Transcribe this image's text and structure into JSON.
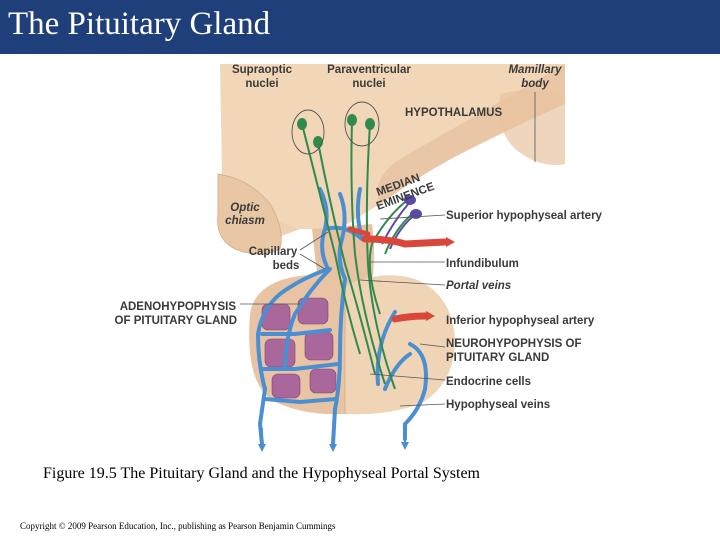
{
  "slide": {
    "title": "The Pituitary Gland",
    "caption": "Figure 19.5 The Pituitary Gland and the Hypophyseal Portal System",
    "copyright": "Copyright © 2009 Pearson Education, Inc., publishing as Pearson Benjamin Cummings"
  },
  "labels": {
    "supraoptic_1": "Supraoptic",
    "supraoptic_2": "nuclei",
    "paraventricular_1": "Paraventricular",
    "paraventricular_2": "nuclei",
    "mamillary_1": "Mamillary",
    "mamillary_2": "body",
    "hypothalamus": "HYPOTHALAMUS",
    "median": "MEDIAN",
    "eminence": "EMINENCE",
    "optic_1": "Optic",
    "optic_2": "chiasm",
    "capillary_1": "Capillary",
    "capillary_2": "beds",
    "adeno_1": "ADENOHYPOPHYSIS",
    "adeno_2": "OF PITUITARY GLAND",
    "superior_artery": "Superior hypophyseal artery",
    "infundibulum": "Infundibulum",
    "portal_veins": "Portal veins",
    "inferior_artery": "Inferior hypophyseal artery",
    "neuro_1": "NEUROHYPOPHYSIS OF",
    "neuro_2": "PITUITARY GLAND",
    "endocrine": "Endocrine cells",
    "hypophyseal_veins": "Hypophyseal veins"
  },
  "colors": {
    "title_bar": "#1f3f7a",
    "tissue": "#f1d6b8",
    "tissue_dark": "#e2b996",
    "vein": "#4a8fd1",
    "artery": "#d9473b",
    "neuron": "#2f8a4c",
    "neuron_alt": "#5b4aa8",
    "cell": "#a9679c"
  }
}
